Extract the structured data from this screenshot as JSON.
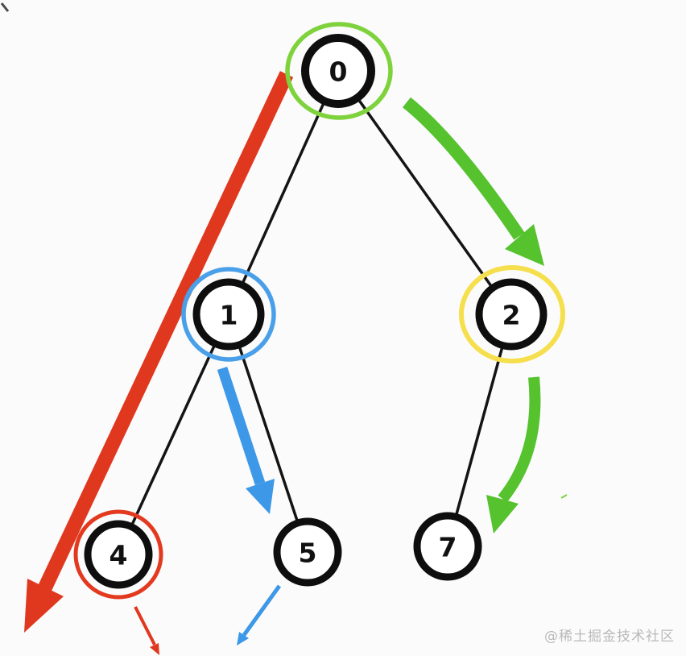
{
  "diagram": {
    "nodes": [
      {
        "label": "0",
        "ring": "green"
      },
      {
        "label": "1",
        "ring": "blue"
      },
      {
        "label": "2",
        "ring": "yellow"
      },
      {
        "label": "4",
        "ring": "red"
      },
      {
        "label": "5",
        "ring": "none"
      },
      {
        "label": "7",
        "ring": "none"
      }
    ],
    "edges": [
      {
        "from": "0",
        "to": "1"
      },
      {
        "from": "0",
        "to": "2"
      },
      {
        "from": "1",
        "to": "4"
      },
      {
        "from": "1",
        "to": "5"
      },
      {
        "from": "2",
        "to": "7"
      }
    ]
  },
  "colors": {
    "background": "#fbfbfb",
    "node_fill": "#ffffff",
    "node_stroke": "#0e0e0e",
    "edge": "#141414",
    "label": "#111111",
    "ring_green": "#7ed23c",
    "ring_blue": "#49a0e9",
    "ring_yellow": "#f6df4d",
    "ring_red": "#e2391f",
    "arrow_red": "#e0381f",
    "arrow_green": "#55c22e",
    "arrow_blue": "#3e98e8"
  },
  "watermark": {
    "text": "@稀土掘金技术社区"
  }
}
